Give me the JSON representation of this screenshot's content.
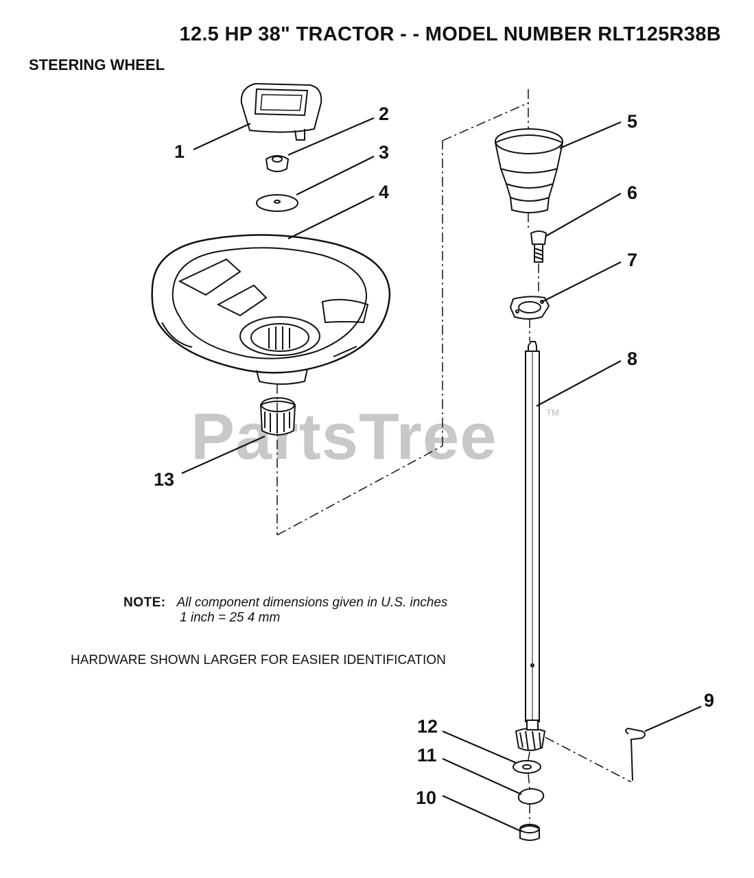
{
  "header": {
    "title": "12.5 HP 38\" TRACTOR - - MODEL NUMBER RLT125R38B",
    "subtitle": "STEERING WHEEL"
  },
  "notes": {
    "label": "NOTE:",
    "line1": "All component dimensions given in U.S. inches",
    "line2": "1 inch = 25 4 mm",
    "hardware": "HARDWARE SHOWN LARGER FOR EASIER IDENTIFICATION"
  },
  "watermark": {
    "text": "PartsTree",
    "tm": "TM"
  },
  "callouts": [
    "1",
    "2",
    "3",
    "4",
    "5",
    "6",
    "7",
    "8",
    "9",
    "10",
    "11",
    "12",
    "13"
  ]
}
